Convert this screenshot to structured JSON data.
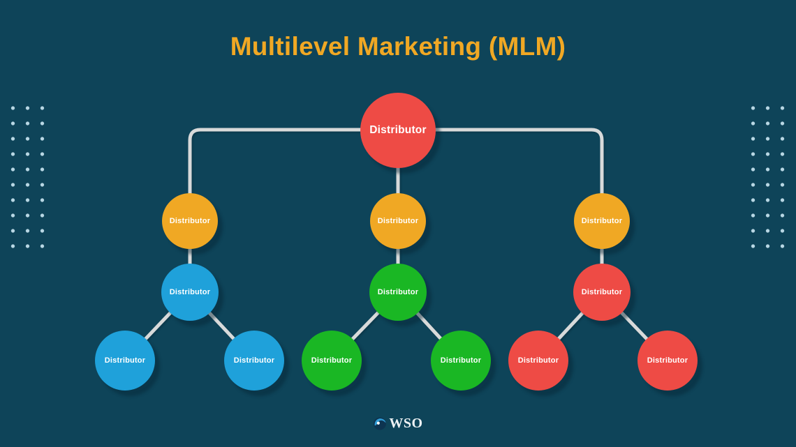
{
  "title": "Multilevel Marketing (MLM)",
  "colors": {
    "background": "#0e4459",
    "title": "#f0a824",
    "line": "#d8dada",
    "dot": "#b8d7e4",
    "node-text": "#ffffff",
    "red": "#ee4b45",
    "orange": "#f0a824",
    "blue": "#1fa1da",
    "green": "#1ab724",
    "logo-text": "#edf2f4"
  },
  "tree": {
    "nodes": [
      {
        "id": "root",
        "level": 1,
        "label": "Distributor",
        "color": "red"
      },
      {
        "id": "l2-left",
        "level": 2,
        "label": "Distributor",
        "color": "orange"
      },
      {
        "id": "l2-mid",
        "level": 2,
        "label": "Distributor",
        "color": "orange"
      },
      {
        "id": "l2-right",
        "level": 2,
        "label": "Distributor",
        "color": "orange"
      },
      {
        "id": "l3-left",
        "level": 3,
        "label": "Distributor",
        "color": "blue"
      },
      {
        "id": "l3-mid",
        "level": 3,
        "label": "Distributor",
        "color": "green"
      },
      {
        "id": "l3-right",
        "level": 3,
        "label": "Distributor",
        "color": "red"
      },
      {
        "id": "l4-1",
        "level": 4,
        "label": "Distributor",
        "color": "blue"
      },
      {
        "id": "l4-2",
        "level": 4,
        "label": "Distributor",
        "color": "blue"
      },
      {
        "id": "l4-3",
        "level": 4,
        "label": "Distributor",
        "color": "green"
      },
      {
        "id": "l4-4",
        "level": 4,
        "label": "Distributor",
        "color": "green"
      },
      {
        "id": "l4-5",
        "level": 4,
        "label": "Distributor",
        "color": "red"
      },
      {
        "id": "l4-6",
        "level": 4,
        "label": "Distributor",
        "color": "red"
      }
    ]
  },
  "logo": {
    "text": "WSO",
    "icon": "globe-icon"
  }
}
